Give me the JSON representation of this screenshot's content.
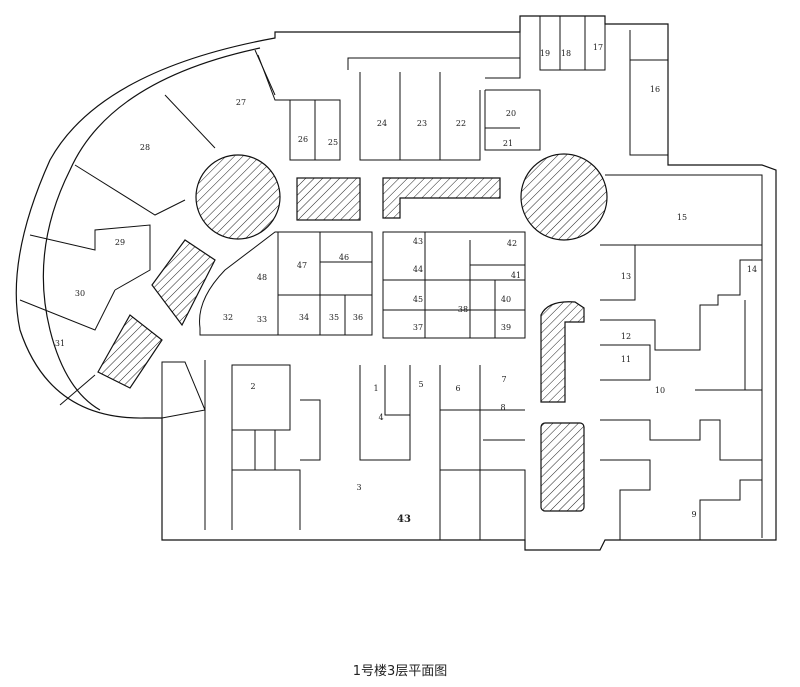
{
  "plan": {
    "title": "1号楼3层平面图",
    "units": [
      {
        "id": "u19",
        "label": "19"
      },
      {
        "id": "u18",
        "label": "18"
      },
      {
        "id": "u17",
        "label": "17"
      },
      {
        "id": "u16",
        "label": "16"
      },
      {
        "id": "u27",
        "label": "27"
      },
      {
        "id": "u28",
        "label": "28"
      },
      {
        "id": "u26",
        "label": "26"
      },
      {
        "id": "u25",
        "label": "25"
      },
      {
        "id": "u24",
        "label": "24"
      },
      {
        "id": "u23",
        "label": "23"
      },
      {
        "id": "u22",
        "label": "22"
      },
      {
        "id": "u20",
        "label": "20"
      },
      {
        "id": "u21",
        "label": "21"
      },
      {
        "id": "u15",
        "label": "15"
      },
      {
        "id": "u29",
        "label": "29"
      },
      {
        "id": "u30",
        "label": "30"
      },
      {
        "id": "u31",
        "label": "31"
      },
      {
        "id": "u47",
        "label": "47"
      },
      {
        "id": "u46",
        "label": "46"
      },
      {
        "id": "u48",
        "label": "48"
      },
      {
        "id": "u32",
        "label": "32"
      },
      {
        "id": "u33",
        "label": "33"
      },
      {
        "id": "u34",
        "label": "34"
      },
      {
        "id": "u35",
        "label": "35"
      },
      {
        "id": "u36",
        "label": "36"
      },
      {
        "id": "u43t",
        "label": "43"
      },
      {
        "id": "u42",
        "label": "42"
      },
      {
        "id": "u44",
        "label": "44"
      },
      {
        "id": "u41",
        "label": "41"
      },
      {
        "id": "u45",
        "label": "45"
      },
      {
        "id": "u38",
        "label": "38"
      },
      {
        "id": "u40",
        "label": "40"
      },
      {
        "id": "u37",
        "label": "37"
      },
      {
        "id": "u39",
        "label": "39"
      },
      {
        "id": "u13",
        "label": "13"
      },
      {
        "id": "u14",
        "label": "14"
      },
      {
        "id": "u12",
        "label": "12"
      },
      {
        "id": "u11",
        "label": "11"
      },
      {
        "id": "u10",
        "label": "10"
      },
      {
        "id": "u9",
        "label": "9"
      },
      {
        "id": "u2",
        "label": "2"
      },
      {
        "id": "u1",
        "label": "1"
      },
      {
        "id": "u6",
        "label": "6"
      },
      {
        "id": "u7",
        "label": "7"
      },
      {
        "id": "u5",
        "label": "5"
      },
      {
        "id": "u8",
        "label": "8"
      },
      {
        "id": "u4",
        "label": "4"
      },
      {
        "id": "u3",
        "label": "3"
      }
    ],
    "big_label": "43"
  }
}
